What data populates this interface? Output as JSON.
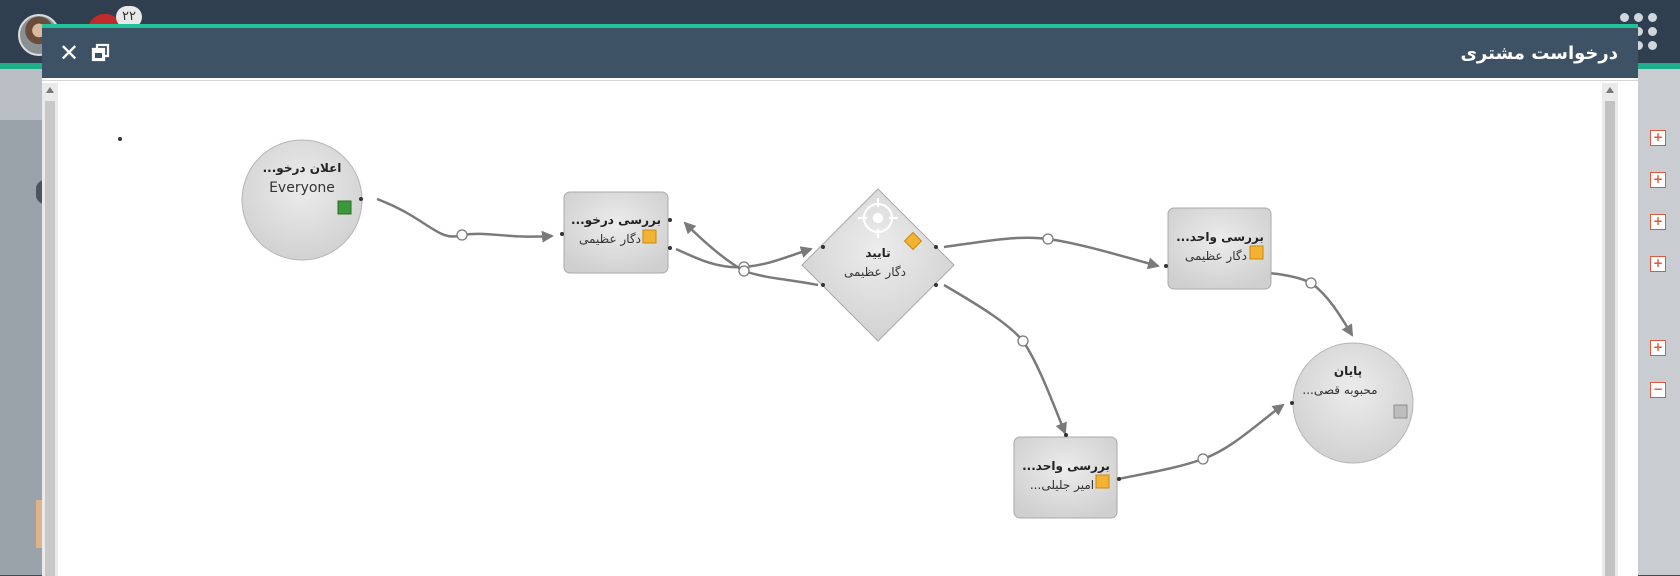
{
  "app": {
    "notification_count": "۲۲"
  },
  "modal": {
    "title": "درخواست مشتری",
    "close_symbol": "✕"
  },
  "nodes": [
    {
      "id": "n1",
      "title": "...اعلان درخو",
      "subtitle": "Everyone",
      "status_color": "#3a9a3a"
    },
    {
      "id": "n2",
      "title": "...بررسی درخو",
      "subtitle": "دگار عظیمی",
      "status_color": "#f2b232"
    },
    {
      "id": "n3",
      "title": "تایید",
      "subtitle": "دگار عظیمی",
      "status_color": "#f2b232",
      "icon": "crosshair-icon"
    },
    {
      "id": "n4",
      "title": "...بررسی واحد",
      "subtitle": "دگار عظیمی",
      "status_color": "#f2b232"
    },
    {
      "id": "n5",
      "title": "...بررسی واحد",
      "subtitle": "...امیر جلیلی",
      "status_color": "#f2b232"
    },
    {
      "id": "n6",
      "title": "پایان",
      "subtitle": "...محبوبه قصی",
      "status_color": "#bdbdbd"
    }
  ],
  "colors": {
    "header": "#3e5266",
    "accent": "#23c39a",
    "node_fill": "#d9d9d9",
    "edge": "#7a7a7a"
  }
}
